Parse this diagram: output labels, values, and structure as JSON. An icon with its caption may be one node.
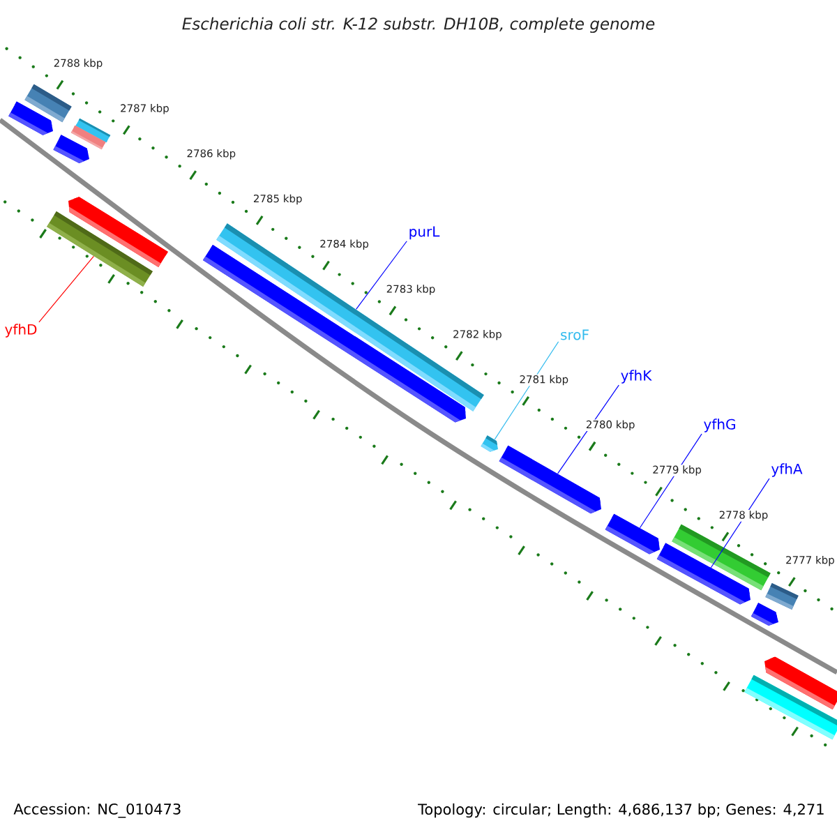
{
  "diagram": {
    "title": "Escherichia coli str. K-12 substr. DH10B, complete genome",
    "nodes": [
      {
        "text": [
          "purL"
        ]
      },
      {
        "text": [],
        "shape": "bar"
      },
      {
        "text": [
          "sroF"
        ]
      },
      {
        "text": [],
        "shape": "bar"
      },
      {
        "text": [
          "yfhK"
        ]
      },
      {
        "text": [],
        "shape": "bar"
      },
      {
        "text": [
          "yfhG"
        ]
      },
      {
        "text": [],
        "shape": "bar"
      },
      {
        "text": [
          "yfhA"
        ]
      },
      {
        "text": [],
        "shape": "bar"
      },
      {
        "text": [
          "yfhD"
        ]
      },
      {
        "text": [],
        "shape": "bar"
      }
    ],
    "edges": [
      {
        "from": 0,
        "to": 1,
        "arrow": "none"
      },
      {
        "from": 2,
        "to": 3,
        "arrow": "none",
        "color": "#33bbee"
      },
      {
        "from": 4,
        "to": 5,
        "arrow": "none"
      },
      {
        "from": 6,
        "to": 7,
        "arrow": "none"
      },
      {
        "from": 8,
        "to": 9,
        "arrow": "none"
      },
      {
        "from": 10,
        "to": 11,
        "arrow": "none",
        "color": "#ff0000"
      }
    ],
    "labels": [
      "2788 kbp",
      "2787 kbp",
      "2786 kbp",
      "2785 kbp",
      "2784 kbp",
      "2783 kbp",
      "2782 kbp",
      "2781 kbp",
      "2780 kbp",
      "2779 kbp",
      "2778 kbp",
      "2777 kbp",
      "Accession: NC_010473",
      "Topology: circular; Length: 4,686,137 bp; Genes: 4,271"
    ]
  }
}
